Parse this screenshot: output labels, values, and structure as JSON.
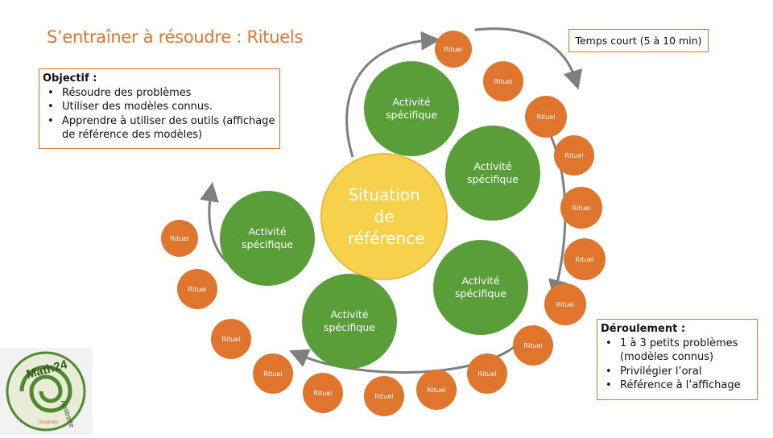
{
  "title": {
    "main": "S’entraîner à résoudre : ",
    "sub": "Rituels"
  },
  "time_box": "Temps court (5 à 10 min)",
  "objectif": {
    "heading": "Objectif :",
    "items": [
      "Résoudre des problèmes",
      "Utiliser des modèles connus.",
      "Apprendre à utiliser des outils (affichage de référence des modèles)"
    ]
  },
  "deroulement": {
    "heading": "Déroulement :",
    "items": [
      "1 à 3 petits problèmes (modèles connus)",
      "Privilégier l’oral",
      "Référence à l’affichage"
    ]
  },
  "center": {
    "label": "Situation de référence"
  },
  "activity_label": "Activité spécifique",
  "ritual_label": "Rituel",
  "logo": {
    "text": "Math24",
    "alt1": "Abstraite",
    "alt2": "Imaginée"
  },
  "colors": {
    "ritual": "#e0762e",
    "activity": "#5a9e3a",
    "reference": "#f7d14c",
    "arrow": "#7f7f7f"
  }
}
